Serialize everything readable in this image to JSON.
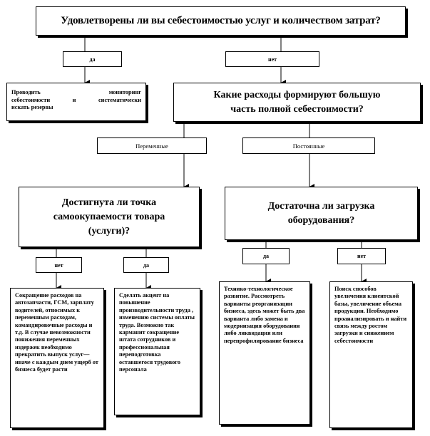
{
  "q1": "Удовлетворены ли вы себестоимостью услуг и количеством затрат?",
  "yes": "да",
  "no": "нет",
  "monitoring": {
    "line1_left": "Проводить",
    "line1_right": "мониторинг",
    "line2_a": "себестоимости",
    "line2_b": "и",
    "line2_c": "систематически",
    "line3": "искать резервы"
  },
  "q2": "Какие расходы формируют большую часть полной себестоимости?",
  "variable": "Переменные",
  "fixed": "Постоянные",
  "q3": "Достигнута ли точка самоокупаемости товара (услуги)?",
  "q4": "Достаточна ли загрузка оборудования?",
  "box_var_no": "Сокращение расходов на автозапчасти, ГСМ, зарплату водителей, относимых к переменным расходам, командировочные расходы и т.д. В случае невозможности понижения переменных издержек необходимо прекратить выпуск услуг— иначе с каждым днем ущерб от бизнеса будет расти",
  "box_var_yes": "Сделать акцент на повышение производительности труда , изменению системы оплаты труда. Возможно так карманит сокращение штата сотрудников и профессиональная переподготовка оставшегося трудового персонала",
  "box_fix_yes": "Технико-технологическое развитие. Рассмотреть варианты реорганизации бизнеса, здесь может быть два варианта либо замена и модернизация оборудования либо ликвидация или перепрофилирование бизнеса",
  "box_fix_no": "Поиск способов увеличения клиентской базы, увеличение объема продукции. Необходимо проанализировать и найти связь между ростом загрузки и снижением себестоимости"
}
